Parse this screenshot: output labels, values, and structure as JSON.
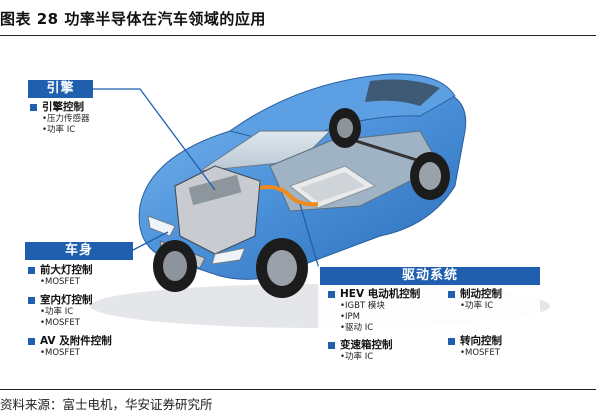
{
  "figure": {
    "title": "图表 28 功率半导体在汽车领域的应用",
    "source": "资料来源：富士电机，华安证券研究所"
  },
  "colors": {
    "accent": "#1f5fae",
    "car_body": "#4a90d9",
    "car_dark": "#2c6cb8"
  },
  "sections": {
    "engine": {
      "header": "引擎",
      "items": [
        {
          "name": "引擎控制",
          "subs": [
            "压力传感器",
            "功率 IC"
          ]
        }
      ]
    },
    "body": {
      "header": "车身",
      "items": [
        {
          "name": "前大灯控制",
          "subs": [
            "MOSFET"
          ]
        },
        {
          "name": "室内灯控制",
          "subs": [
            "功率 IC",
            "MOSFET"
          ]
        },
        {
          "name": "AV 及附件控制",
          "subs": [
            "MOSFET"
          ]
        }
      ]
    },
    "drive": {
      "header": "驱动系统",
      "col1": [
        {
          "name": "HEV 电动机控制",
          "subs": [
            "IGBT 模块",
            "IPM",
            "驱动 IC"
          ]
        },
        {
          "name": "变速箱控制",
          "subs": [
            "功率 IC"
          ]
        }
      ],
      "col2": [
        {
          "name": "制动控制",
          "subs": [
            "功率 IC"
          ]
        },
        {
          "name": "转向控制",
          "subs": [
            "MOSFET"
          ]
        }
      ]
    }
  }
}
